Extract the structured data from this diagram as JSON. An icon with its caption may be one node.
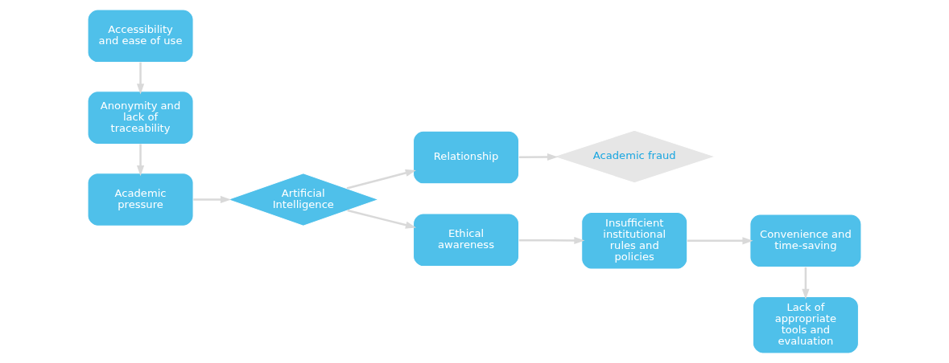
{
  "diagram": {
    "nodes": [
      {
        "text": [
          "Accessibility and ease of use"
        ]
      },
      {
        "text": [
          "Anonymity and lack of traceability"
        ]
      },
      {
        "text": [
          "Academic pressure"
        ]
      },
      {
        "text": [
          "Artificial Intelligence"
        ]
      },
      {
        "text": [
          "Relationship"
        ]
      },
      {
        "text": [
          "Academic fraud"
        ]
      },
      {
        "text": [
          "Ethical awareness"
        ]
      },
      {
        "text": [
          "Insufficient institutional rules and policies"
        ]
      },
      {
        "text": [
          "Convenience and time-saving"
        ]
      },
      {
        "text": [
          "Lack of appropriate tools and evaluation"
        ]
      }
    ],
    "edges": [
      {
        "from": 0,
        "to": 1,
        "arrow": "to"
      },
      {
        "from": 1,
        "to": 2,
        "arrow": "to"
      },
      {
        "from": 2,
        "to": 3,
        "arrow": "to"
      },
      {
        "from": 3,
        "to": 4,
        "arrow": "to"
      },
      {
        "from": 4,
        "to": 5,
        "arrow": "to"
      },
      {
        "from": 3,
        "to": 6,
        "arrow": "to"
      },
      {
        "from": 6,
        "to": 7,
        "arrow": "to"
      },
      {
        "from": 7,
        "to": 8,
        "arrow": "to"
      },
      {
        "from": 8,
        "to": 9,
        "arrow": "to"
      }
    ]
  }
}
